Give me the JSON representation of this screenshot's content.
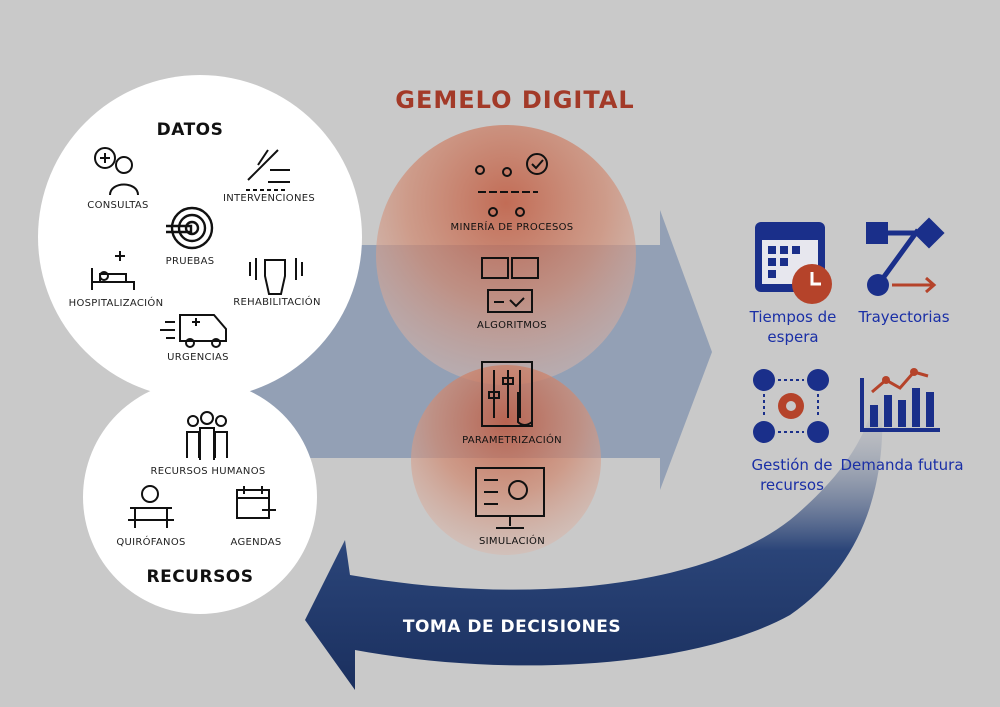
{
  "title": "GEMELO DIGITAL",
  "datos": {
    "heading": "DATOS",
    "items": {
      "consultas": "CONSULTAS",
      "intervenciones": "INTERVENCIONES",
      "pruebas": "PRUEBAS",
      "hospitalizacion": "HOSPITALIZACIÓN",
      "rehabilitacion": "REHABILITACIÓN",
      "urgencias": "URGENCIAS"
    }
  },
  "recursos": {
    "heading": "RECURSOS",
    "items": {
      "humanos": "RECURSOS HUMANOS",
      "quirofanos": "QUIRÓFANOS",
      "agendas": "AGENDAS"
    }
  },
  "process": {
    "mineria": "MINERÍA DE PROCESOS",
    "algoritmos": "ALGORITMOS",
    "parametrizacion": "PARAMETRIZACIÓN",
    "simulacion": "SIMULACIÓN"
  },
  "outputs": {
    "tiempos": "Tiempos de espera",
    "trayectorias": "Trayectorias",
    "gestion": "Gestión de recursos",
    "demanda": "Demanda futura"
  },
  "decisions": "TOMA DE DECISIONES",
  "colors": {
    "background": "#c9c9c9",
    "title": "#a33a28",
    "navy": "#1a2f5e",
    "output_text": "#1a2fa6",
    "accent_red": "#b5432a"
  },
  "icons": [
    "consultation-icon",
    "surgery-hand-icon",
    "scanner-icon",
    "hospital-bed-icon",
    "rehab-fist-icon",
    "ambulance-icon",
    "staff-group-icon",
    "operating-table-icon",
    "calendar-plus-icon",
    "process-mining-icon",
    "algorithm-monitor-icon",
    "parameter-sliders-icon",
    "simulation-monitor-icon",
    "calendar-clock-icon",
    "trajectory-icon",
    "resource-gear-icon",
    "demand-chart-icon"
  ]
}
